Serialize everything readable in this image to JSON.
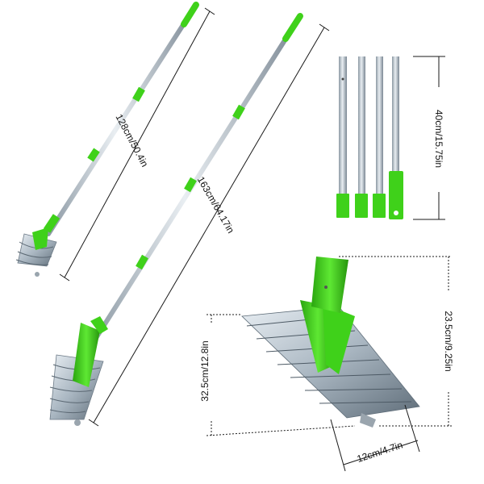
{
  "colors": {
    "accent_green": "#3fd11a",
    "dark_green": "#2aa50f",
    "steel": "#b9c3cc",
    "steel_dark": "#7c8a96",
    "blade": "#c8d3dc",
    "dimension_line": "#1a1a1a"
  },
  "dimensions": {
    "short_pole": "128cm/50.4in",
    "long_pole": "163cm/64.17in",
    "segment": "40cm/15.75in",
    "head_height": "23.5cm/9.25in",
    "head_width": "32.5cm/12.8in",
    "blade_width": "12cm/4.7in"
  },
  "icons": {
    "short_rake": "rake-tool-icon",
    "long_rake": "rake-tool-icon",
    "segments": "pole-segment-icon",
    "head": "rake-head-icon"
  }
}
